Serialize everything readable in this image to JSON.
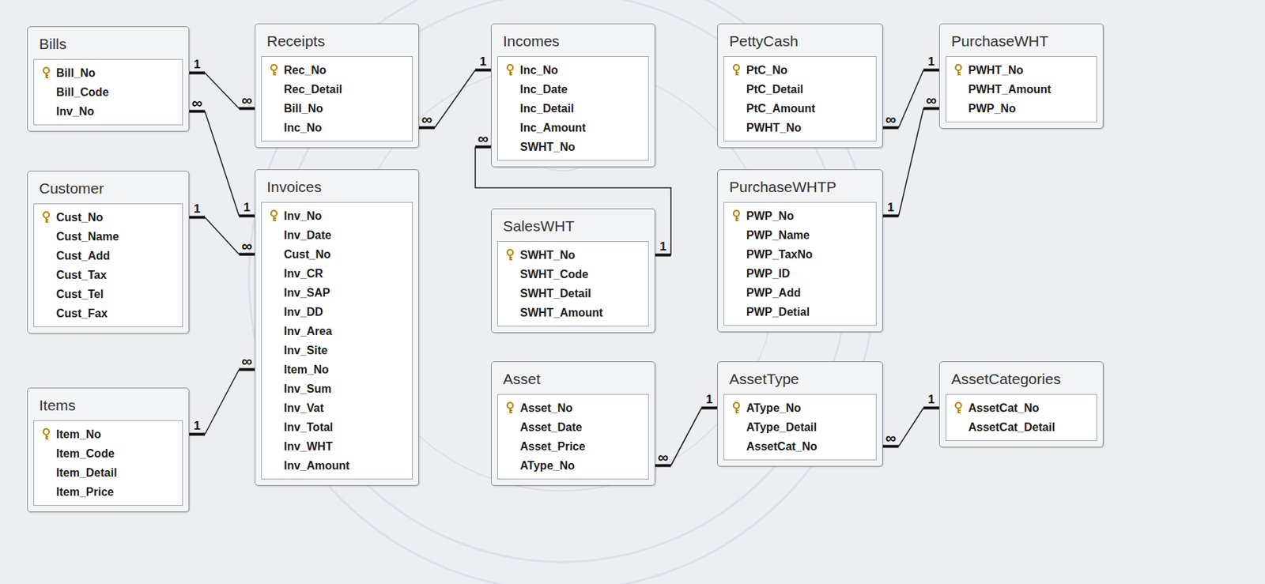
{
  "diagram": {
    "nodes": [
      {
        "text": [
          "Bills",
          "Bill_No",
          "Bill_Code",
          "Inv_No"
        ]
      },
      {
        "text": [
          "Receipts",
          "Rec_No",
          "Rec_Detail",
          "Bill_No",
          "Inc_No"
        ]
      },
      {
        "text": [
          "Incomes",
          "Inc_No",
          "Inc_Date",
          "Inc_Detail",
          "Inc_Amount",
          "SWHT_No"
        ]
      },
      {
        "text": [
          "PettyCash",
          "PtC_No",
          "PtC_Detail",
          "PtC_Amount",
          "PWHT_No"
        ]
      },
      {
        "text": [
          "PurchaseWHT",
          "PWHT_No",
          "PWHT_Amount",
          "PWP_No"
        ]
      },
      {
        "text": [
          "Customer",
          "Cust_No",
          "Cust_Name",
          "Cust_Add",
          "Cust_Tax",
          "Cust_Tel",
          "Cust_Fax"
        ]
      },
      {
        "text": [
          "Invoices",
          "Inv_No",
          "Inv_Date",
          "Cust_No",
          "Inv_CR",
          "Inv_SAP",
          "Inv_DD",
          "Inv_Area",
          "Inv_Site",
          "Item_No",
          "Inv_Sum",
          "Inv_Vat",
          "Inv_Total",
          "Inv_WHT",
          "Inv_Amount"
        ]
      },
      {
        "text": [
          "SalesWHT",
          "SWHT_No",
          "SWHT_Code",
          "SWHT_Detail",
          "SWHT_Amount"
        ]
      },
      {
        "text": [
          "PurchaseWHTP",
          "PWP_No",
          "PWP_Name",
          "PWP_TaxNo",
          "PWP_ID",
          "PWP_Add",
          "PWP_Detial"
        ]
      },
      {
        "text": [
          "Items",
          "Item_No",
          "Item_Code",
          "Item_Detail",
          "Item_Price"
        ]
      },
      {
        "text": [
          "Asset",
          "Asset_No",
          "Asset_Date",
          "Asset_Price",
          "AType_No"
        ]
      },
      {
        "text": [
          "AssetType",
          "AType_No",
          "AType_Detail",
          "AssetCat_No"
        ]
      },
      {
        "text": [
          "AssetCategories",
          "AssetCat_No",
          "AssetCat_Detail"
        ]
      }
    ],
    "edges": [
      {
        "from": 0,
        "to": 1,
        "arrow": "none"
      },
      {
        "from": 6,
        "to": 0,
        "arrow": "none"
      },
      {
        "from": 2,
        "to": 1,
        "arrow": "none"
      },
      {
        "from": 5,
        "to": 6,
        "arrow": "none"
      },
      {
        "from": 9,
        "to": 6,
        "arrow": "none"
      },
      {
        "from": 7,
        "to": 2,
        "arrow": "none"
      },
      {
        "from": 4,
        "to": 3,
        "arrow": "none"
      },
      {
        "from": 8,
        "to": 4,
        "arrow": "none"
      },
      {
        "from": 11,
        "to": 10,
        "arrow": "none"
      },
      {
        "from": 12,
        "to": 11,
        "arrow": "none"
      }
    ],
    "labels": [
      "1",
      "∞",
      "1",
      "∞",
      "1",
      "∞",
      "1",
      "∞",
      "1",
      "∞",
      "1",
      "∞",
      "1",
      "∞",
      "1",
      "∞",
      "1",
      "∞",
      "1",
      "∞"
    ]
  }
}
